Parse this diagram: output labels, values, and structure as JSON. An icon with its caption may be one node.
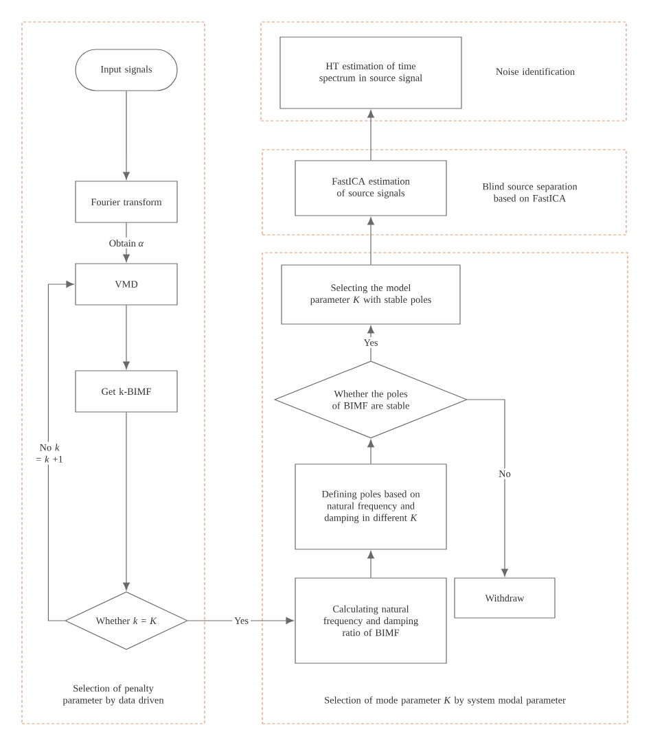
{
  "diagram": {
    "nodes": [
      {
        "text": [
          "Selection of penalty parameter by data driven"
        ]
      },
      {
        "text": [
          "Input signals"
        ],
        "in": 0
      },
      {
        "text": [
          "Fourier transform"
        ],
        "in": 0
      },
      {
        "text": [
          "VMD"
        ],
        "in": 0
      },
      {
        "text": [
          "Get k-BIMF"
        ],
        "in": 0
      },
      {
        "text": [
          "Whether *k* = *K*"
        ],
        "in": 0
      },
      {
        "text": [
          "Noise identification"
        ]
      },
      {
        "text": [
          "HT estimation of time spectrum in source signal"
        ],
        "in": 6
      },
      {
        "text": [
          "Blind source separation based on FastICA"
        ]
      },
      {
        "text": [
          "FastICA estimation of source signals"
        ],
        "in": 8
      },
      {
        "text": [
          "Selection of mode parameter *K* by system modal parameter"
        ]
      },
      {
        "text": [
          "Selecting the model parameter *K* with stable poles"
        ],
        "in": 10
      },
      {
        "text": [
          "Whether the poles of BIMF are stable"
        ],
        "in": 10
      },
      {
        "text": [
          "Defining poles based on natural frequency and damping in different *K*"
        ],
        "in": 10
      },
      {
        "text": [
          "Calculating natural frequency and damping ratio of BIMF"
        ],
        "in": 10
      },
      {
        "text": [
          "Withdraw"
        ],
        "in": 10
      }
    ],
    "edges": [
      {
        "from": 1,
        "to": 2,
        "arrow": "to"
      },
      {
        "from": 2,
        "to": 3,
        "arrow": "to",
        "label": "Obtain *α*"
      },
      {
        "from": 3,
        "to": 4,
        "arrow": "to"
      },
      {
        "from": 4,
        "to": 5,
        "arrow": "to"
      },
      {
        "from": 5,
        "to": 3,
        "arrow": "to",
        "label": "No *k* = *k* +1"
      },
      {
        "from": 5,
        "to": 14,
        "arrow": "to",
        "label": "Yes"
      },
      {
        "from": 14,
        "to": 13,
        "arrow": "to"
      },
      {
        "from": 13,
        "to": 12,
        "arrow": "to"
      },
      {
        "from": 12,
        "to": 11,
        "arrow": "to",
        "label": "Yes"
      },
      {
        "from": 12,
        "to": 15,
        "arrow": "to",
        "label": "No"
      },
      {
        "from": 11,
        "to": 9,
        "arrow": "to"
      },
      {
        "from": 9,
        "to": 7,
        "arrow": "to"
      }
    ]
  }
}
